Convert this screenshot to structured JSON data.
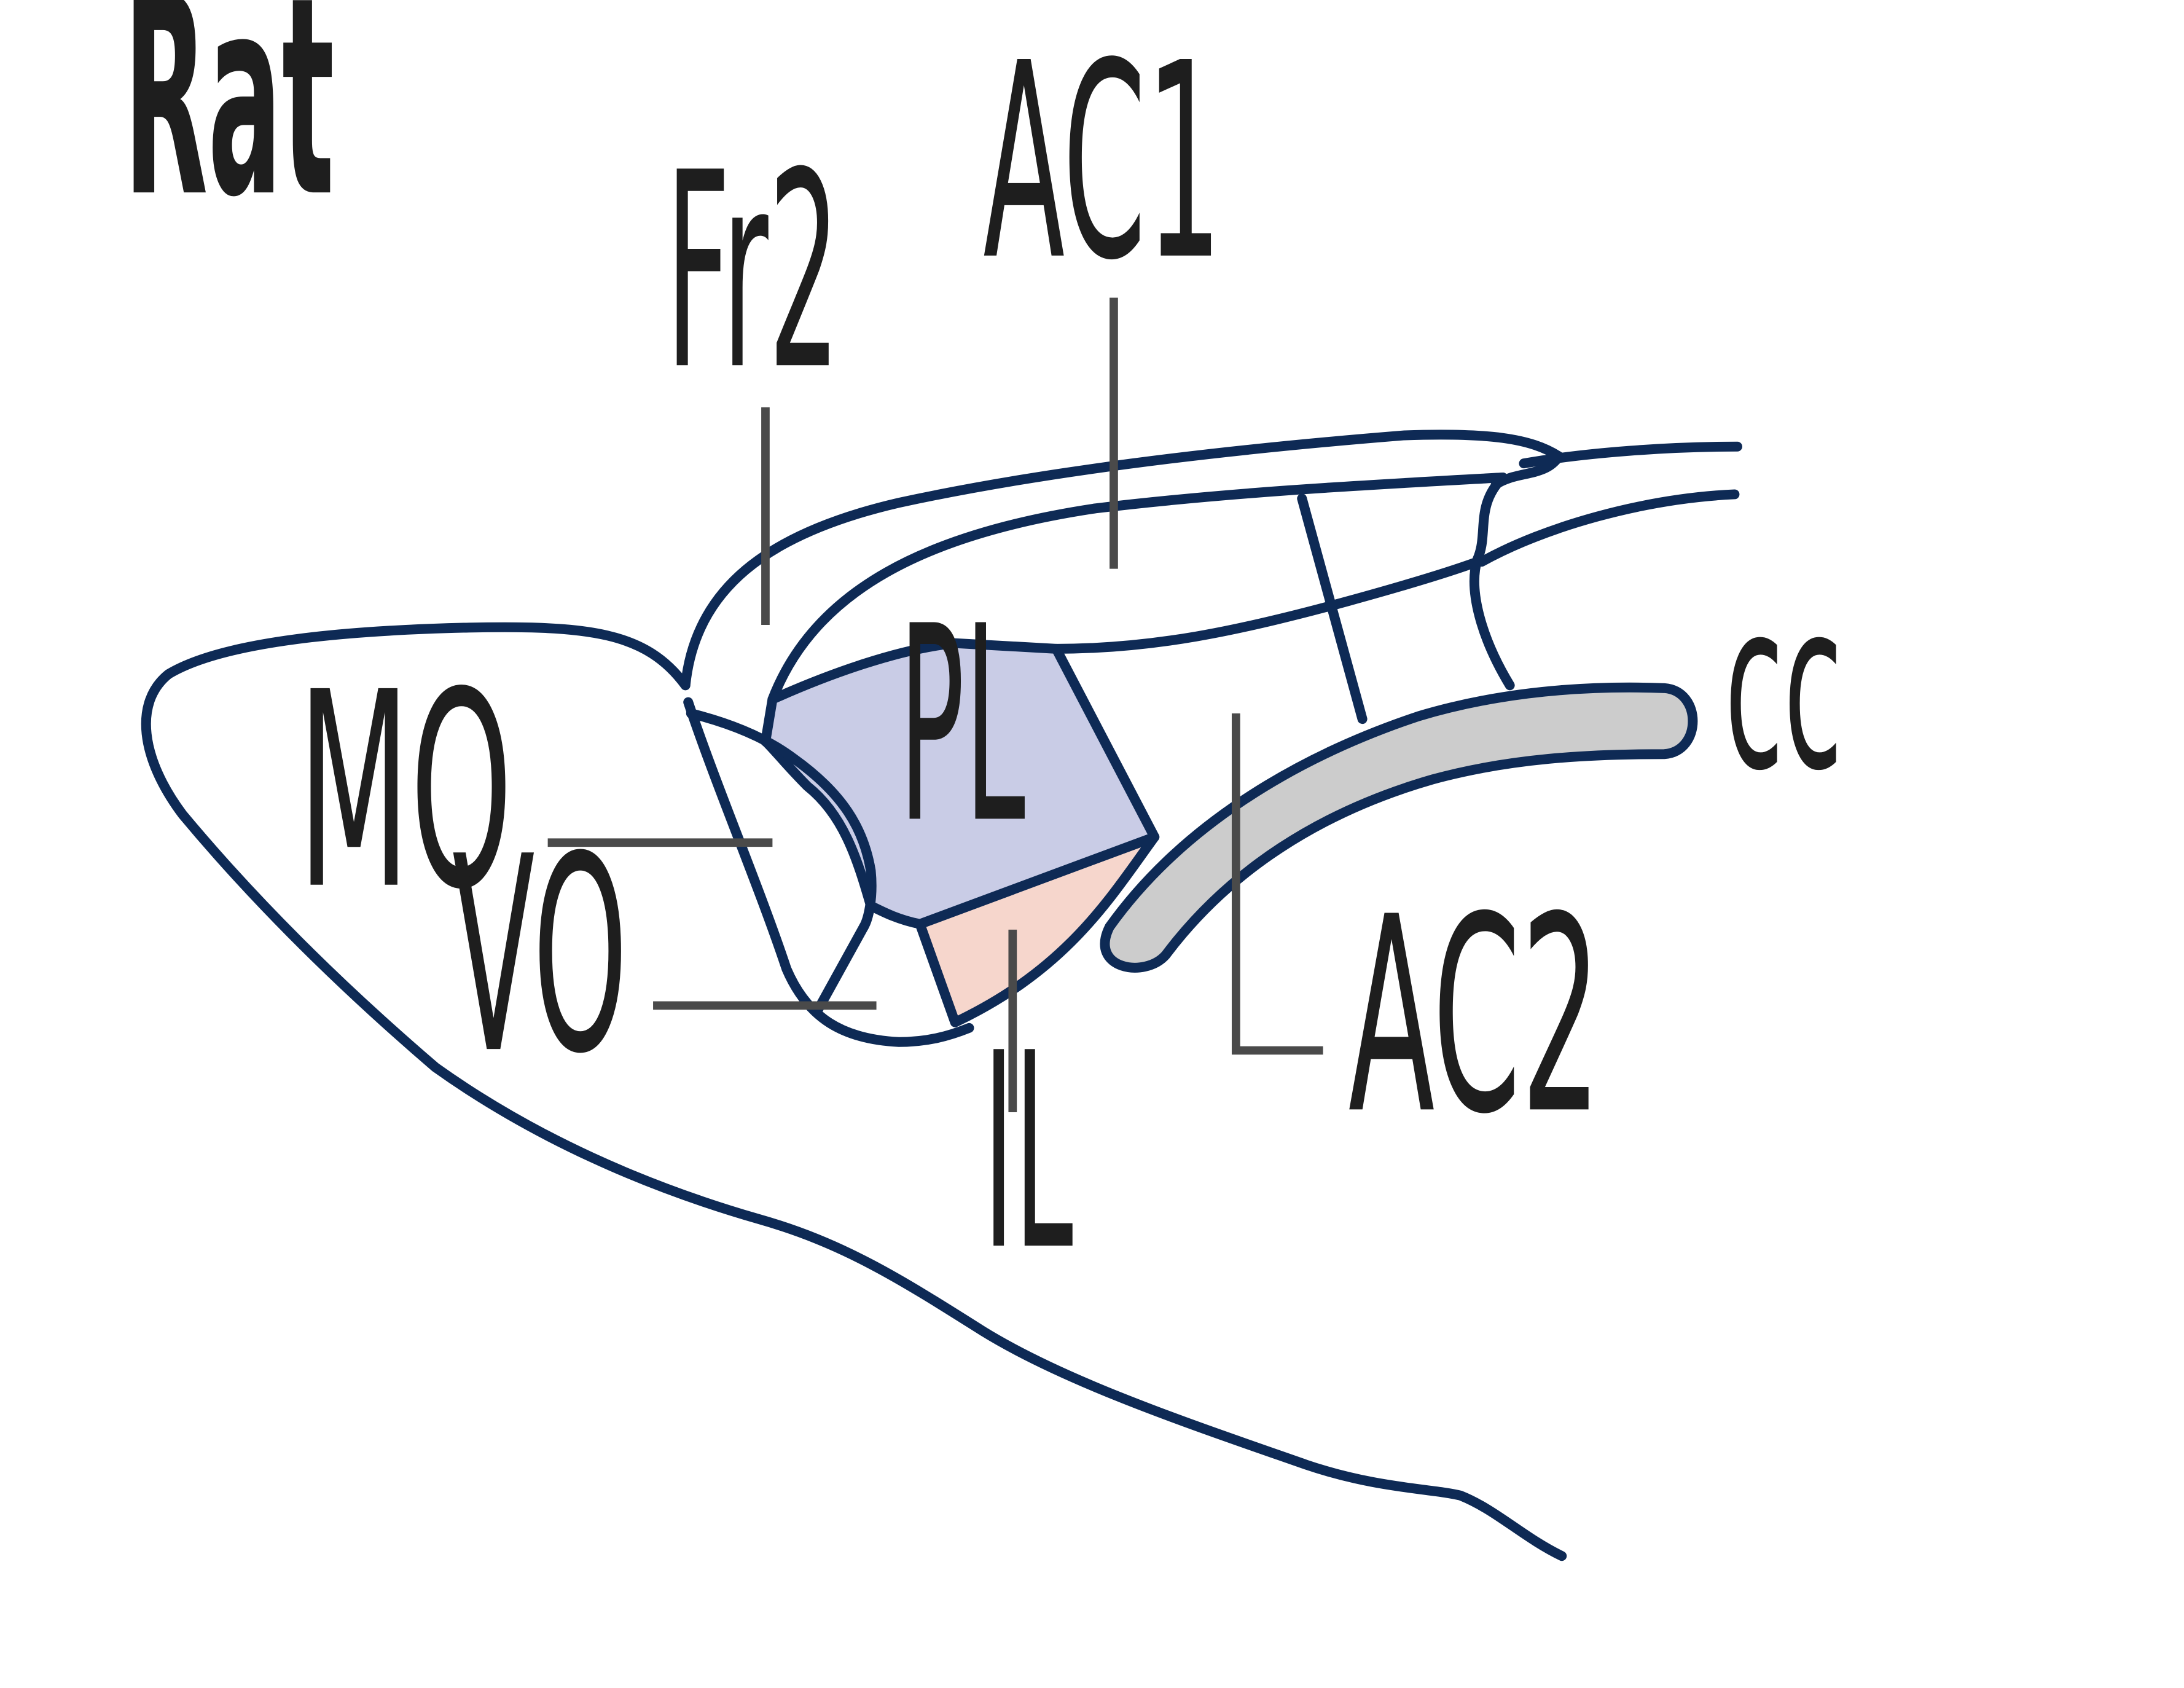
{
  "title": "Rat",
  "labels": {
    "fr2": "Fr2",
    "ac1": "AC1",
    "mo": "MO",
    "pl": "PL",
    "vo": "VO",
    "il": "IL",
    "ac2": "AC2",
    "cc": "cc"
  },
  "colors": {
    "outline": "#0e2a55",
    "pl_fill": "#c9cce6",
    "il_fill": "#f6d6cc",
    "cc_fill": "#cccccc",
    "leader": "#4a4a4a"
  }
}
